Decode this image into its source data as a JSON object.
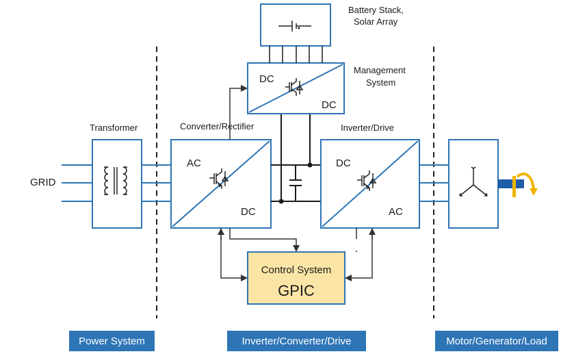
{
  "labels": {
    "battery_line1": "Battery Stack,",
    "battery_line2": "Solar Array",
    "management_line1": "Management",
    "management_line2": "System",
    "transformer": "Transformer",
    "converter_rectifier": "Converter/Rectifier",
    "inverter_drive": "Inverter/Drive",
    "grid": "GRID",
    "dcdc_top": "DC",
    "dcdc_bottom": "DC",
    "conv_ac": "AC",
    "conv_dc": "DC",
    "inv_dc": "DC",
    "inv_ac": "AC",
    "control_title": "Control System",
    "control_name": "GPIC"
  },
  "sections": {
    "power": "Power System",
    "inverter": "Inverter/Converter/Drive",
    "motor": "Motor/Generator/Load"
  },
  "colors": {
    "block_border": "#2e74b5",
    "section_bar": "#2e75b6",
    "control_fill": "#fbe5a6",
    "shaft_blue": "#1f5fa8",
    "rotation_arrow": "#f0b400"
  }
}
